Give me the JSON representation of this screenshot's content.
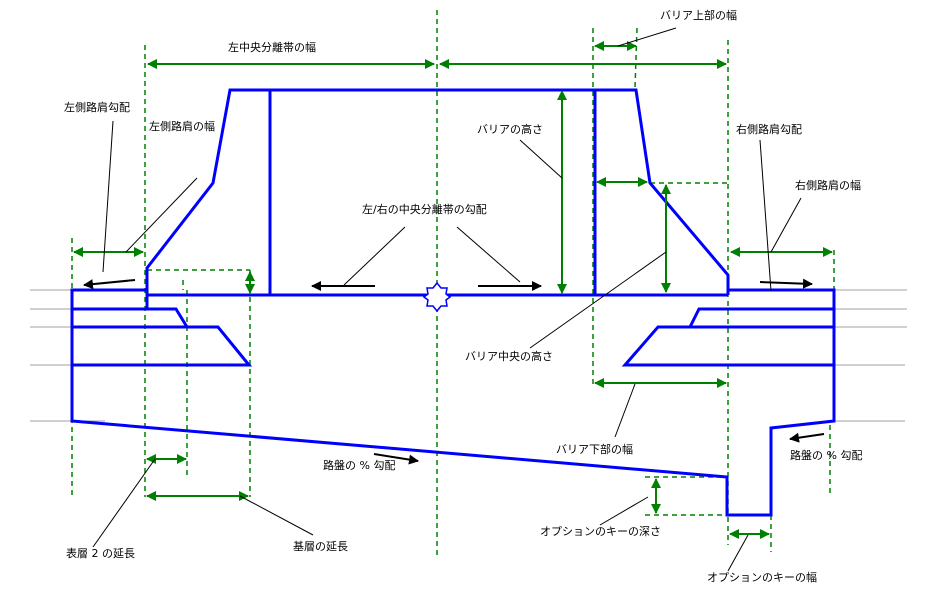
{
  "title": "中央分離帯バリアの断面図",
  "colors": {
    "structure": "#0000ff",
    "dimension": "#008000",
    "leader": "#000000",
    "ground": "#a0a0a0",
    "background": "#ffffff"
  },
  "labels": {
    "median_width_left": "左中央分離帯の幅",
    "barrier_top_width": "バリア上部の幅",
    "left_shoulder_slope": "左側路肩勾配",
    "left_shoulder_width": "左側路肩の幅",
    "barrier_height": "バリアの高さ",
    "right_shoulder_slope": "右側路肩勾配",
    "right_shoulder_width": "右側路肩の幅",
    "median_slope": "左/右の中央分離帯の勾配",
    "barrier_mid_height": "バリア中央の高さ",
    "barrier_bottom_width": "バリア下部の幅",
    "subgrade_slope_left": "路盤の % 勾配",
    "subgrade_slope_right": "路盤の % 勾配",
    "surface2_extension": "表層 2 の延長",
    "base_extension": "基層の延長",
    "key_depth": "オプションのキーの深さ",
    "key_width": "オプションのキーの幅"
  },
  "icons": {
    "insertion_point": "star-marker-icon",
    "slope_arrow": "arrow-icon"
  }
}
